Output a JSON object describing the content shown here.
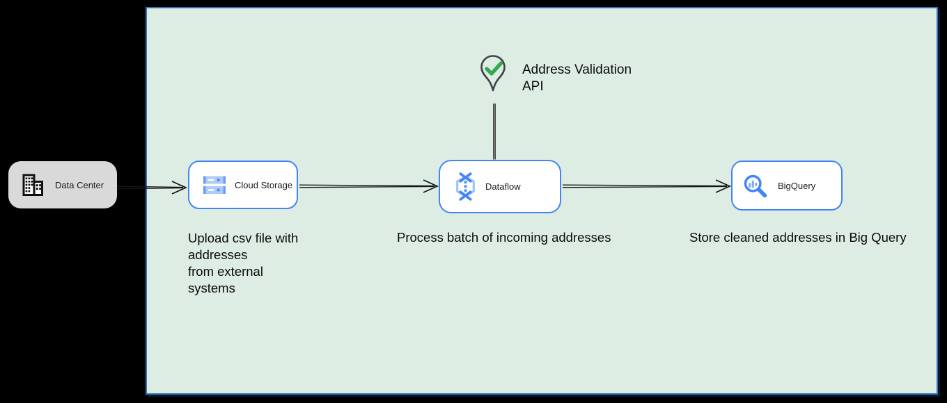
{
  "diagram": {
    "background": "#000000",
    "panel": {
      "fill": "#deede4",
      "border_color": "#2e75b6"
    },
    "nodes": {
      "data_center": {
        "label": "Data Center",
        "icon": "building-icon",
        "fill": "#d9d9d9"
      },
      "cloud_storage": {
        "label": "Cloud Storage",
        "icon": "cloud-storage-icon",
        "border_color": "#4285f4"
      },
      "dataflow": {
        "label": "Dataflow",
        "icon": "dataflow-icon",
        "border_color": "#4285f4"
      },
      "bigquery": {
        "label": "BigQuery",
        "icon": "bigquery-icon",
        "border_color": "#4285f4"
      },
      "address_validation_api": {
        "lines": [
          "Address Validation",
          "API"
        ],
        "icon": "map-pin-check-icon",
        "check_color": "#34a853",
        "outline_color": "#3e4347"
      }
    },
    "annotations": {
      "upload": {
        "lines": [
          "Upload csv file with",
          "addresses",
          "from external",
          "systems"
        ]
      },
      "process": {
        "text": "Process batch of incoming addresses"
      },
      "store": {
        "text": "Store cleaned addresses in Big Query"
      }
    },
    "connectors": [
      {
        "from": "data_center",
        "to": "cloud_storage",
        "style": "open-arrow"
      },
      {
        "from": "cloud_storage",
        "to": "dataflow",
        "style": "open-arrow"
      },
      {
        "from": "dataflow",
        "to": "bigquery",
        "style": "open-arrow"
      },
      {
        "from": "address_validation_api",
        "to": "dataflow",
        "style": "plain-line"
      }
    ],
    "colors": {
      "accent_blue": "#4285f4",
      "icon_light_blue": "#aecbfa",
      "arrow": "#151515",
      "check_green": "#34a853"
    }
  }
}
